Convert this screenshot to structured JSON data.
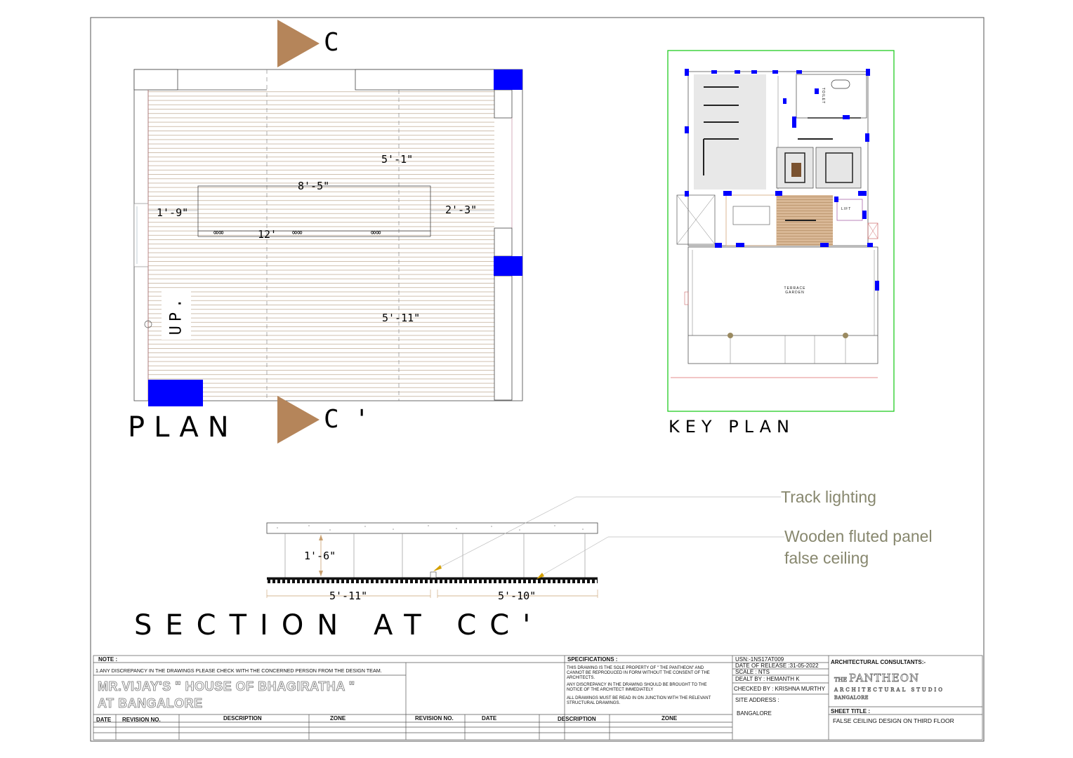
{
  "plan": {
    "title": "PLAN",
    "section_mark_top": "C",
    "section_mark_bottom": "C '",
    "stair_label": "UP.",
    "dims": {
      "d1": "5'-1\"",
      "d2": "8'-5\"",
      "d3": "1'-9\"",
      "d4": "2'-3\"",
      "d5": "12'",
      "d6": "5'-11\""
    },
    "fixture_symbol": "∞∞"
  },
  "key_plan": {
    "title": "KEY PLAN",
    "terrace_label": "TERRACE GARDEN",
    "toilet_label": "TOILET",
    "lift_label": "LIFT"
  },
  "section": {
    "title": "SECTION AT CC'",
    "height_dim": "1'-6\"",
    "width_left": "5'-11\"",
    "width_right": "5'-10\"",
    "callout_1": "Track lighting",
    "callout_2": "Wooden fluted panel false ceiling"
  },
  "title_block": {
    "note_label": "NOTE :",
    "note_text": "1.ANY DISCREPANCY IN THE DRAWINGS PLEASE CHECK WITH THE CONCERNED PERSON FROM THE DESIGN TEAM.",
    "project_line1": "MR.VIJAY'S \" HOUSE OF BHAGIRATHA \"",
    "project_line2": "AT BANGALORE",
    "rev_headers_left": [
      "DATE",
      "REVISION NO.",
      "DESCRIPTION",
      "ZONE"
    ],
    "rev_headers_right": [
      "REVISION NO.",
      "DATE",
      "DESCRIPTION",
      "ZONE"
    ],
    "spec_label": "SPECIFICATIONS :",
    "spec_lines": [
      "THIS DRAWING IS THE SOLE PROPERTY OF \" THE PANTHEON\" AND",
      "CANNOT BE REPRODUCED IN FORM WITHOUT THE CONSENT OF THE",
      "ARCHITECTS.",
      "ANY DISCREPANCY IN THE DRAWING SHOULD BE BROUGHT TO THE",
      "NOTICE OF THE  ARCHITECT IMMEDIATELY",
      "ALL DRAWINGS MUST BE READ IN ON JUNCTION WITH THE RELEVANT",
      "STRUCTURAL DRAWINGS."
    ],
    "usn": "USN:-1NS17AT009",
    "release": "DATE OF RELEASE :31-05-2022",
    "scale": "SCALE : NTS",
    "dealt": "DEALT BY : HEMANTH K",
    "checked": "CHECKED BY : KRISHNA MURTHY",
    "site_label": "SITE ADDRESS :",
    "site": "BANGALORE",
    "consultants_label": "ARCHITECTURAL CONSULTANTS:-",
    "firm_the": "THE",
    "firm_name": "PANTHEON",
    "firm_sub": "ARCHITECTURAL STUDIO",
    "firm_city": "BANGALORE",
    "sheet_label": "SHEET TITLE :",
    "sheet_title": "FALSE CEILING DESIGN ON THIRD FLOOR"
  },
  "colors": {
    "column": "#0000ff",
    "marker": "#b5855a",
    "keyplan_border": "#22cc22",
    "callout": "#87876e",
    "slat": "#c9b5a3",
    "floor": "#c9a27a"
  }
}
